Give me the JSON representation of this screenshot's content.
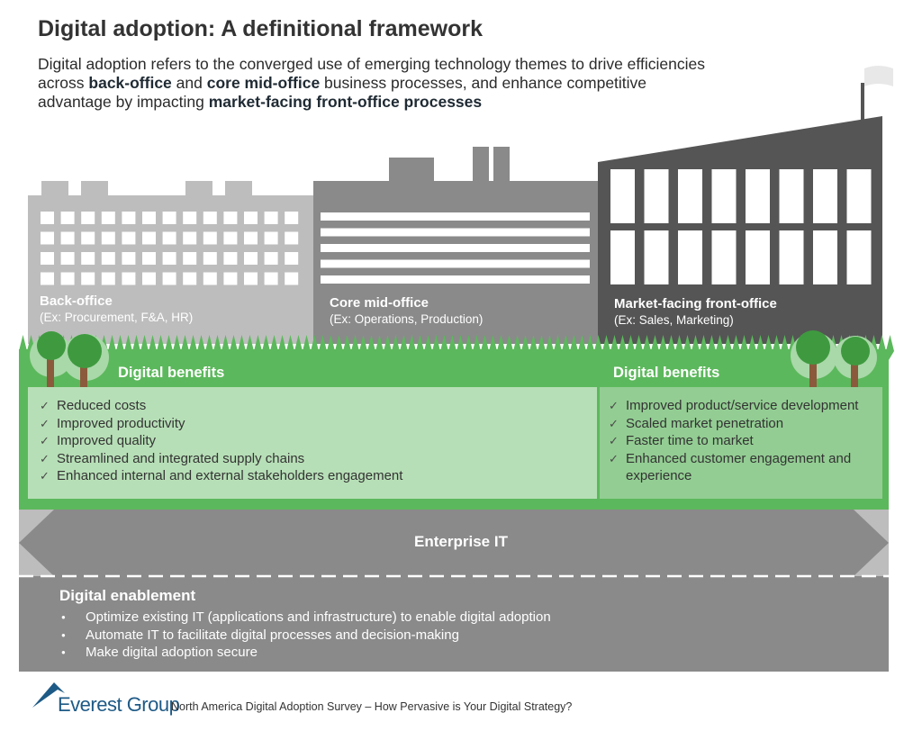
{
  "title": "Digital adoption: A definitional framework",
  "subtitle": {
    "part1": "Digital adoption refers to the converged use of emerging technology themes to drive efficiencies across ",
    "bold1": "back-office",
    "part2": " and ",
    "bold2": "core mid-office",
    "part3": " business processes, and enhance competitive advantage by impacting ",
    "bold3": "market-facing front-office processes"
  },
  "buildings": {
    "back": {
      "title": "Back-office",
      "example": "(Ex: Procurement, F&A, HR)"
    },
    "core": {
      "title": "Core mid-office",
      "example": "(Ex: Operations, Production)"
    },
    "front": {
      "title": "Market-facing front-office",
      "example": "(Ex: Sales, Marketing)"
    }
  },
  "benefits_left": {
    "heading": "Digital benefits",
    "items": [
      "Reduced costs",
      "Improved productivity",
      "Improved quality",
      "Streamlined and integrated supply chains",
      "Enhanced internal and external stakeholders engagement"
    ]
  },
  "benefits_right": {
    "heading": "Digital benefits",
    "items": [
      "Improved product/service development",
      "Scaled market penetration",
      "Faster time to market",
      "Enhanced customer engagement and experience"
    ]
  },
  "enterprise_it": "Enterprise IT",
  "enablement": {
    "title": "Digital enablement",
    "items": [
      "Optimize existing IT (applications and infrastructure) to enable digital adoption",
      "Automate IT to facilitate digital processes and decision-making",
      "Make digital adoption secure"
    ]
  },
  "footer": {
    "brand": "Everest Group",
    "text": "North America Digital Adoption Survey – How Pervasive is Your Digital Strategy?"
  },
  "colors": {
    "back_office": "#bdbdbd",
    "core_office": "#888888",
    "front_office": "#555555",
    "grass": "#5cb85c",
    "benefit_panel": "#b7dfb7",
    "benefit_panel_right": "#93cd93",
    "enterprise_it": "#8a8a8a"
  }
}
